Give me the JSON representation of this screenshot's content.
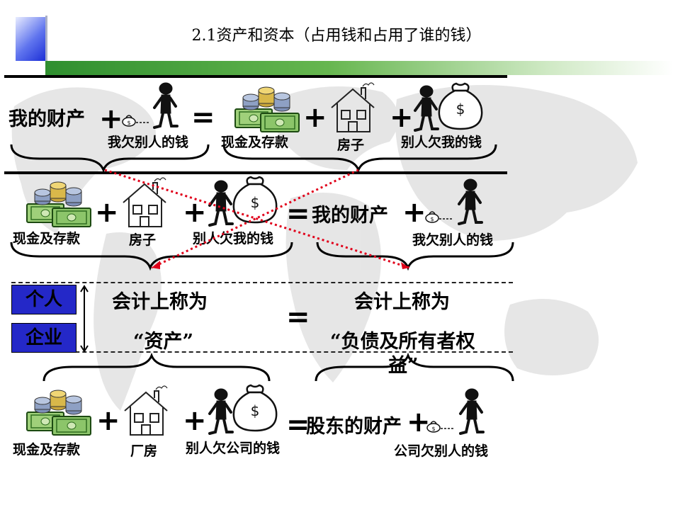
{
  "title": "2.1资产和资本（占用钱和占用了谁的钱）",
  "row1": {
    "left_term": "我的财产",
    "owe_others": "我欠别人的钱",
    "cash": "现金及存款",
    "house": "房子",
    "others_owe": "别人欠我的钱"
  },
  "row2": {
    "cash": "现金及存款",
    "house": "房子",
    "others_owe": "别人欠我的钱",
    "right_term": "我的财产",
    "owe_others": "我欠别人的钱"
  },
  "middle": {
    "personal_box": "个人",
    "enterprise_box": "企业",
    "accounting_left": "会计上称为",
    "assets": "“资产”",
    "accounting_right": "会计上称为",
    "liabilities_line1": "“负债及所有者权",
    "liabilities_line2": "益”"
  },
  "row3": {
    "cash": "现金及存款",
    "factory": "厂房",
    "others_owe_company": "别人欠公司的钱",
    "shareholder_property": "股东的财产",
    "company_owes": "公司欠别人的钱"
  },
  "operators": {
    "plus": "+",
    "equals": "="
  },
  "icons": [
    "cash-stack-icon",
    "house-icon",
    "money-bag-icon",
    "person-icon",
    "small-pouch-icon",
    "up-down-arrow-icon"
  ],
  "colors": {
    "accent_blue": "#2428c8",
    "dotted_red": "#e0001a",
    "band_green": "#3c9a34"
  }
}
